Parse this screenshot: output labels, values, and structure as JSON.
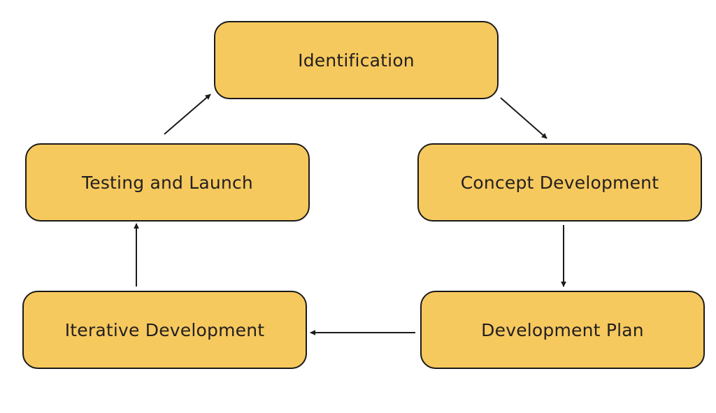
{
  "colors": {
    "node_fill": "#f6c95e",
    "node_border": "#1a1a1a",
    "arrow": "#1a1a1a",
    "text": "#231f20",
    "background": "#ffffff"
  },
  "nodes": {
    "identification": "Identification",
    "concept_development": "Concept Development",
    "development_plan": "Development Plan",
    "iterative_development": "Iterative Development",
    "testing_and_launch": "Testing and Launch"
  },
  "edges": [
    {
      "from": "identification",
      "to": "concept_development"
    },
    {
      "from": "concept_development",
      "to": "development_plan"
    },
    {
      "from": "development_plan",
      "to": "iterative_development"
    },
    {
      "from": "iterative_development",
      "to": "testing_and_launch"
    },
    {
      "from": "testing_and_launch",
      "to": "identification"
    }
  ]
}
